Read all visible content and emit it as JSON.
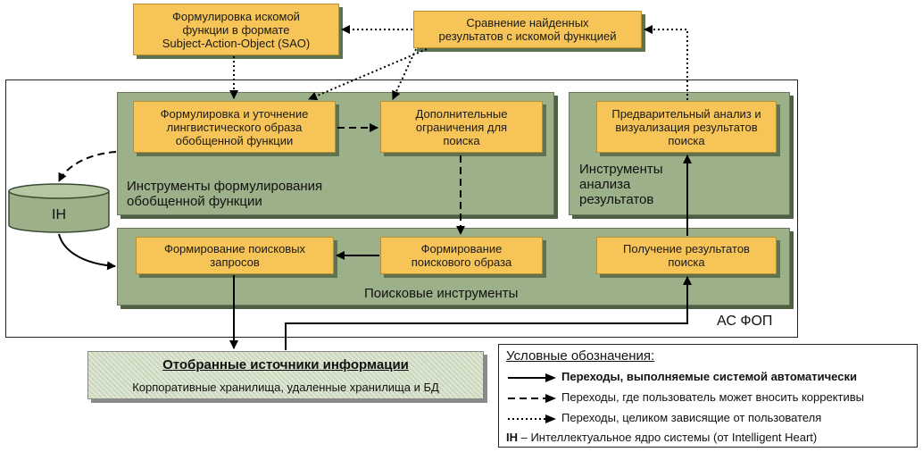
{
  "boxes": {
    "sao": "Формулировка искомой\nфункции в формате\nSubject-Action-Object (SAO)",
    "compare": "Сравнение найденных\nрезультатов с искомой функцией",
    "formulate": "Формулировка и уточнение\nлингвистического образа\nобобщенной функции",
    "constraints": "Дополнительные\nограничения для\nпоиска",
    "preanalysis": "Предварительный анализ и\nвизуализация результатов\nпоиска",
    "queries": "Формирование поисковых\nзапросов",
    "search_image": "Формирование\nпоискового образа",
    "get_results": "Получение результатов\nпоиска"
  },
  "panels": {
    "formulation_tools": "Инструменты формулирования\nобобщенной функции",
    "analysis_tools": "Инструменты\nанализа\nрезультатов",
    "search_tools": "Поисковые инструменты"
  },
  "system_label": "АС ФОП",
  "database_label": "IH",
  "sources": {
    "title": "Отобранные источники информации",
    "subtitle": "Корпоративные хранилища, удаленные хранилища и БД"
  },
  "legend": {
    "title": "Условные обозначения:",
    "solid": "Переходы, выполняемые системой автоматически",
    "dashed": "Переходы, где пользователь может вносить коррективы",
    "dotted": "Переходы, целиком зависящие от пользователя",
    "ih_abbr": "IH",
    "ih_text": " – Интеллектуальное ядро системы (от Intelligent Heart)"
  }
}
